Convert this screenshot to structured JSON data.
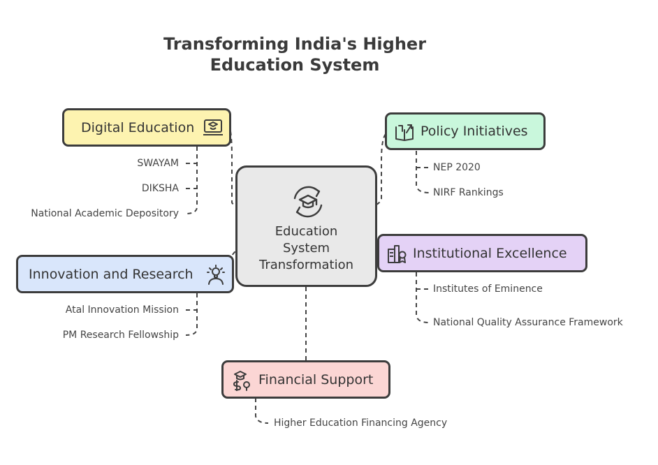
{
  "title_line1": "Transforming India's Higher",
  "title_line2": "Education System",
  "center": {
    "line1": "Education",
    "line2": "System",
    "line3": "Transformation",
    "icon": "graduation-cap-refresh-icon"
  },
  "digital": {
    "label": "Digital Education",
    "color": "#fdf3b0",
    "icon": "laptop-graduate-icon",
    "items": [
      "SWAYAM",
      "DIKSHA",
      "National Academic Depository"
    ]
  },
  "policy": {
    "label": "Policy Initiatives",
    "color": "#c9f7dc",
    "icon": "open-book-arrow-icon",
    "items": [
      "NEP 2020",
      "NIRF Rankings"
    ]
  },
  "institutional": {
    "label": "Institutional Excellence",
    "color": "#e4d2f6",
    "icon": "building-award-icon",
    "items": [
      "Institutes of Eminence",
      "National Quality Assurance Framework"
    ]
  },
  "innovation": {
    "label": "Innovation and Research",
    "color": "#d9e6fb",
    "icon": "person-lightbulb-icon",
    "items": [
      "Atal Innovation Mission",
      "PM Research Fellowship"
    ]
  },
  "financial": {
    "label": "Financial Support",
    "color": "#fbd6d4",
    "icon": "money-graduation-icon",
    "items": [
      "Higher Education Financing Agency"
    ]
  }
}
